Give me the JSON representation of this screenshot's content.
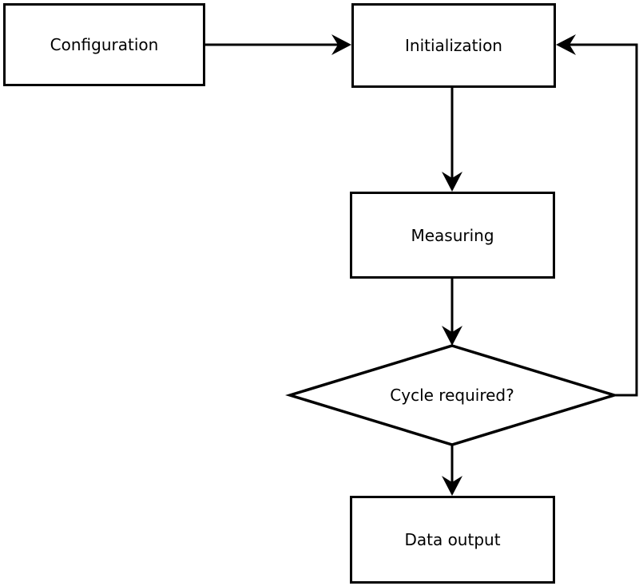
{
  "diagram": {
    "type": "flowchart",
    "colors": {
      "stroke": "#000000",
      "node_fill": "#ffffff",
      "text": "#000000",
      "background": "#ffffff"
    },
    "nodes": {
      "configuration": {
        "label": "Configuration",
        "shape": "rectangle"
      },
      "initialization": {
        "label": "Initialization",
        "shape": "rectangle"
      },
      "measuring": {
        "label": "Measuring",
        "shape": "rectangle"
      },
      "cycle_required": {
        "label": "Cycle required?",
        "shape": "diamond"
      },
      "data_output": {
        "label": "Data output",
        "shape": "rectangle"
      }
    },
    "edges": [
      {
        "from": "configuration",
        "to": "initialization",
        "direction": "right"
      },
      {
        "from": "initialization",
        "to": "measuring",
        "direction": "down"
      },
      {
        "from": "measuring",
        "to": "cycle_required",
        "direction": "down"
      },
      {
        "from": "cycle_required",
        "to": "data_output",
        "direction": "down"
      },
      {
        "from": "cycle_required",
        "to": "initialization",
        "direction": "feedback-loop-right-side"
      }
    ]
  }
}
